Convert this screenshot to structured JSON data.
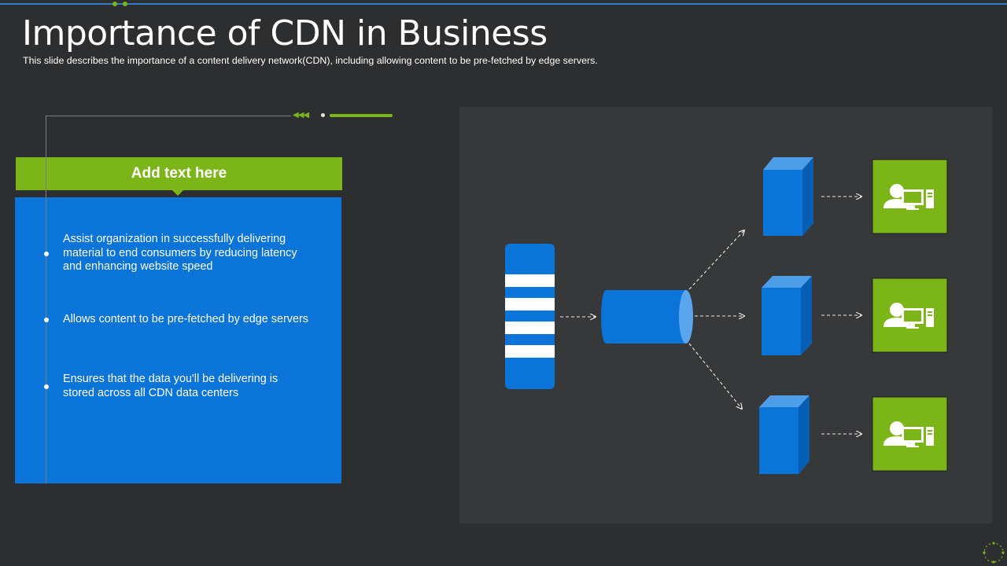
{
  "slide": {
    "title": "Importance of CDN in Business",
    "subtitle": "This slide describes the importance  of a content delivery  network(CDN),  including allowing content to be pre-fetched  by edge servers."
  },
  "card": {
    "header": "Add text here",
    "bullets": [
      {
        "text": "Assist organization in successfully delivering material to end consumers by reducing latency and enhancing website speed"
      },
      {
        "text": "Allows content to be pre-fetched by edge servers"
      },
      {
        "text": "Ensures that the data you'll be delivering is stored across all CDN data centers"
      }
    ]
  },
  "diagram": {
    "nodes": {
      "origin": {
        "icon": "striped-server-icon"
      },
      "cdn": {
        "icon": "cylinder-database-icon"
      },
      "edges": [
        {
          "icon": "edge-server-cube-icon"
        },
        {
          "icon": "edge-server-cube-icon"
        },
        {
          "icon": "edge-server-cube-icon"
        }
      ],
      "users": [
        {
          "icon": "user-computer-icon"
        },
        {
          "icon": "user-computer-icon"
        },
        {
          "icon": "user-computer-icon"
        }
      ]
    }
  },
  "colors": {
    "background": "#2d2e30",
    "primary_blue": "#0b74d9",
    "accent_green": "#7cb518",
    "diagram_panel": "#373839"
  }
}
